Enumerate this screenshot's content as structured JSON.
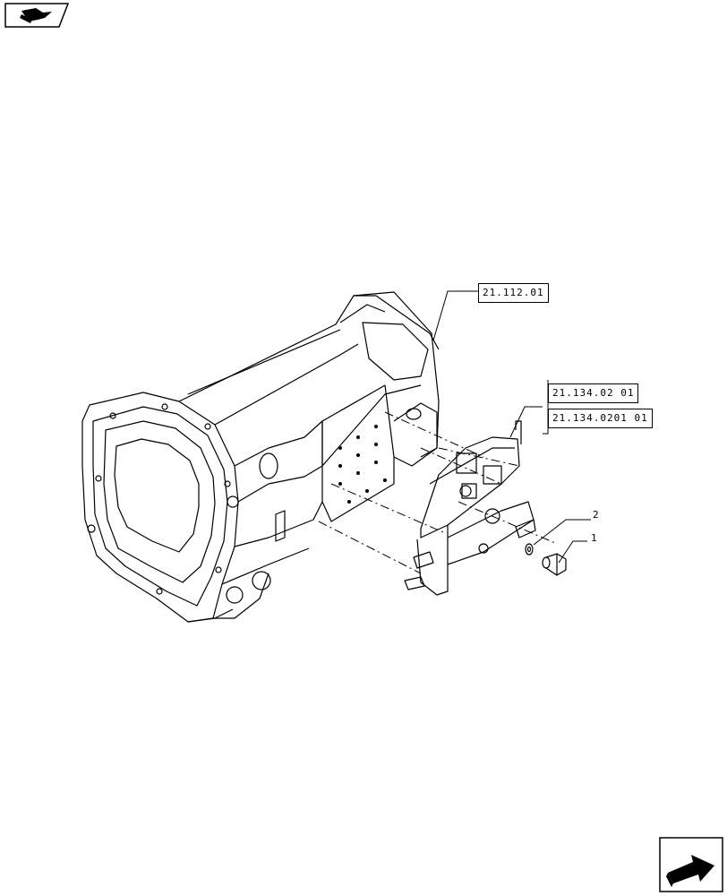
{
  "header_icon": {
    "icon": "book-arrow-icon"
  },
  "footer_icon": {
    "icon": "next-page-arrow-icon"
  },
  "references": [
    {
      "text": "21.112.01"
    },
    {
      "text": "21.134.02 01"
    },
    {
      "text": "21.134.0201 01"
    }
  ],
  "callouts": [
    {
      "text": "2"
    },
    {
      "text": "1"
    }
  ]
}
